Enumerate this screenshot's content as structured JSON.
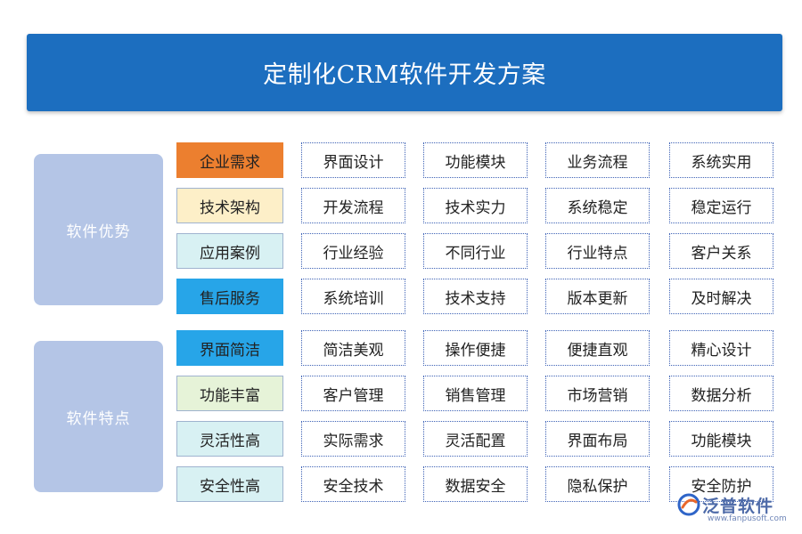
{
  "header": {
    "title": "定制化CRM软件开发方案"
  },
  "groups": [
    {
      "label": "软件优势",
      "rows": [
        {
          "category": "企业需求",
          "color": "#ec7f2f",
          "items": [
            "界面设计",
            "功能模块",
            "业务流程",
            "系统实用"
          ]
        },
        {
          "category": "技术架构",
          "color": "#fdefc8",
          "items": [
            "开发流程",
            "技术实力",
            "系统稳定",
            "稳定运行"
          ]
        },
        {
          "category": "应用案例",
          "color": "#d8f1f3",
          "items": [
            "行业经验",
            "不同行业",
            "行业特点",
            "客户关系"
          ]
        },
        {
          "category": "售后服务",
          "color": "#27a5e8",
          "items": [
            "系统培训",
            "技术支持",
            "版本更新",
            "及时解决"
          ]
        }
      ]
    },
    {
      "label": "软件特点",
      "rows": [
        {
          "category": "界面简洁",
          "color": "#27a5e8",
          "items": [
            "简洁美观",
            "操作便捷",
            "便捷直观",
            "精心设计"
          ]
        },
        {
          "category": "功能丰富",
          "color": "#e6f3d8",
          "items": [
            "客户管理",
            "销售管理",
            "市场营销",
            "数据分析"
          ]
        },
        {
          "category": "灵活性高",
          "color": "#d8f1f3",
          "items": [
            "实际需求",
            "灵活配置",
            "界面布局",
            "功能模块"
          ]
        },
        {
          "category": "安全性高",
          "color": "#d8f1f3",
          "items": [
            "安全技术",
            "数据安全",
            "隐私保护",
            "安全防护"
          ]
        }
      ]
    }
  ],
  "watermark": {
    "brand": "泛普软件",
    "url": "www.fanpusoft.com",
    "icon": "fanpu-logo-icon"
  }
}
